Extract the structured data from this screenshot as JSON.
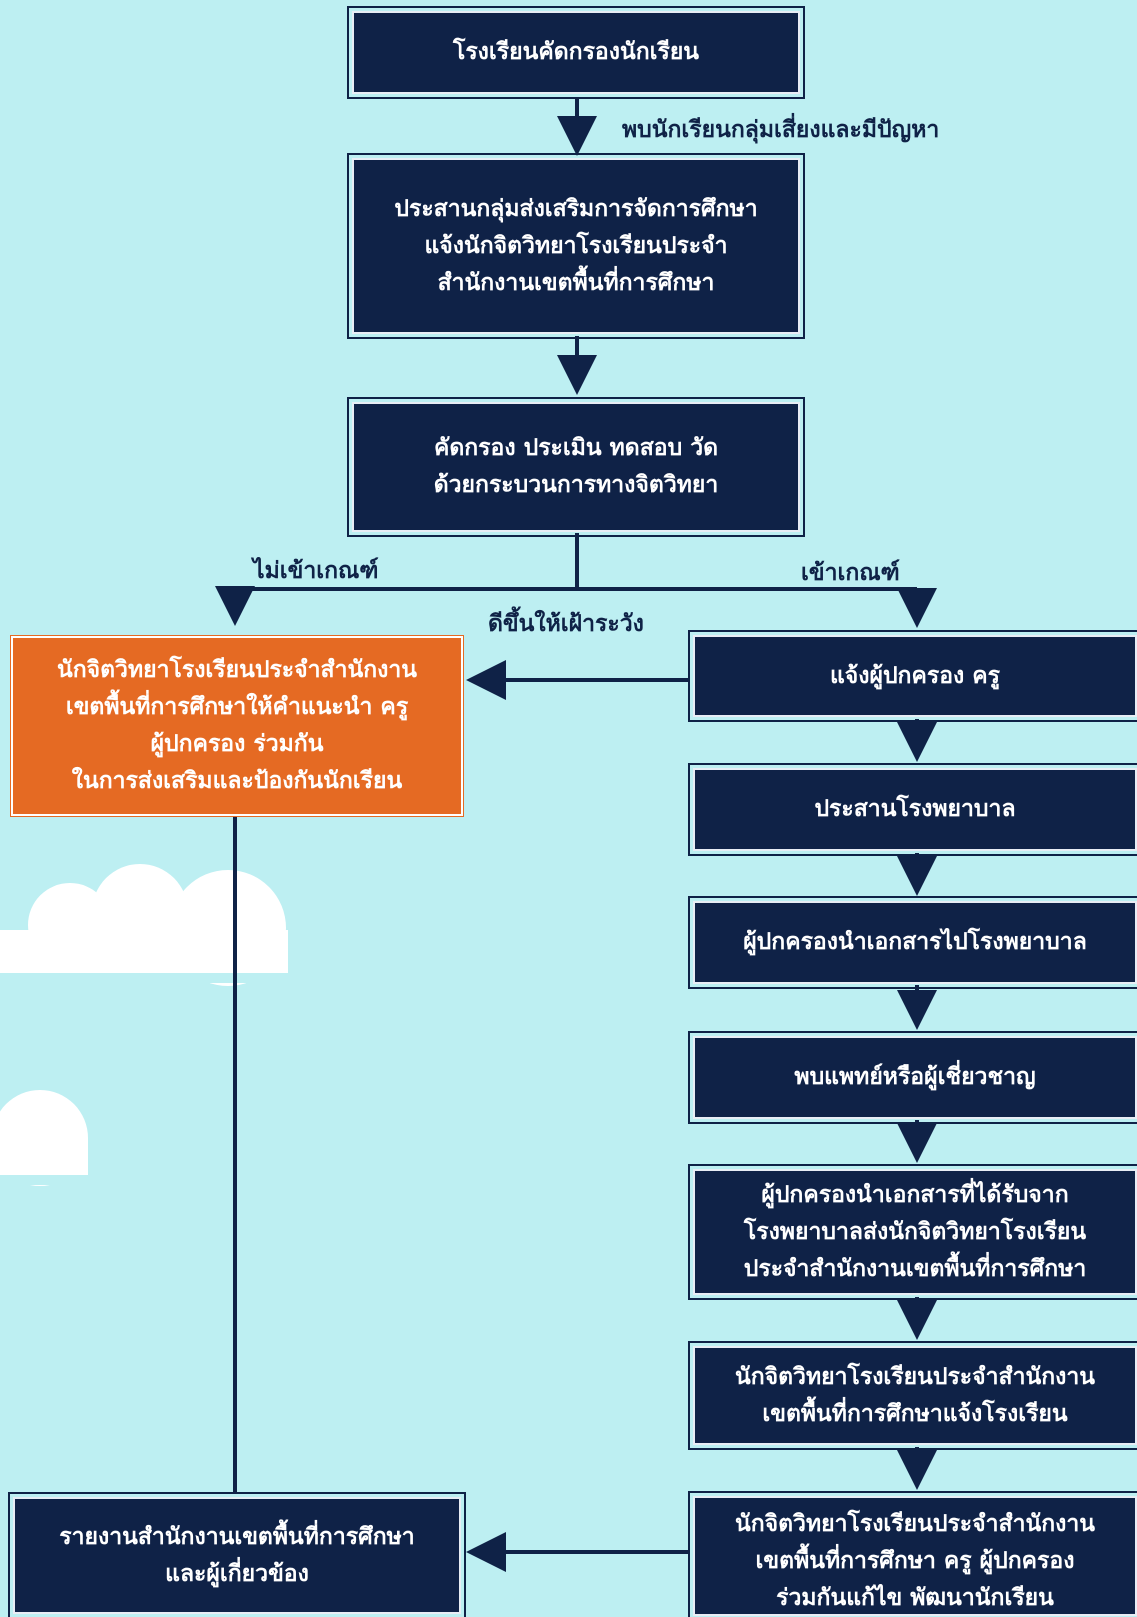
{
  "nodes": {
    "n1": "โรงเรียนคัดกรองนักเรียน",
    "n2": "ประสานกลุ่มส่งเสริมการจัดการศึกษา\nแจ้งนักจิตวิทยาโรงเรียนประจำ\nสำนักงานเขตพื้นที่การศึกษา",
    "n3": "คัดกรอง ประเมิน ทดสอบ วัด\nด้วยกระบวนการทางจิตวิทยา",
    "orange": "นักจิตวิทยาโรงเรียนประจำสำนักงาน\nเขตพื้นที่การศึกษาให้คำแนะนำ ครู\nผู้ปกครอง ร่วมกัน\nในการส่งเสริมและป้องกันนักเรียน",
    "report": "รายงานสำนักงานเขตพื้นที่การศึกษา\nและผู้เกี่ยวข้อง",
    "r1": "แจ้งผู้ปกครอง ครู",
    "r2": "ประสานโรงพยาบาล",
    "r3": "ผู้ปกครองนำเอกสารไปโรงพยาบาล",
    "r4": "พบแพทย์หรือผู้เชี่ยวชาญ",
    "r5": "ผู้ปกครองนำเอกสารที่ได้รับจาก\nโรงพยาบาลส่งนักจิตวิทยาโรงเรียน\nประจำสำนักงานเขตพื้นที่การศึกษา",
    "r6": "นักจิตวิทยาโรงเรียนประจำสำนักงาน\nเขตพื้นที่การศึกษาแจ้งโรงเรียน",
    "r7": "นักจิตวิทยาโรงเรียนประจำสำนักงาน\nเขตพื้นที่การศึกษา ครู ผู้ปกครอง\nร่วมกันแก้ไข พัฒนานักเรียน"
  },
  "labels": {
    "found_risk": "พบนักเรียนกลุ่มเสี่ยงและมีปัญหา",
    "not_meet": "ไม่เข้าเกณฑ์",
    "meet": "เข้าเกณฑ์",
    "improved": "ดีขึ้นให้เฝ้าระวัง"
  },
  "colors": {
    "background": "#bdeff2",
    "box": "#0f2247",
    "highlight": "#e56a23",
    "cloud": "#ffffff"
  }
}
